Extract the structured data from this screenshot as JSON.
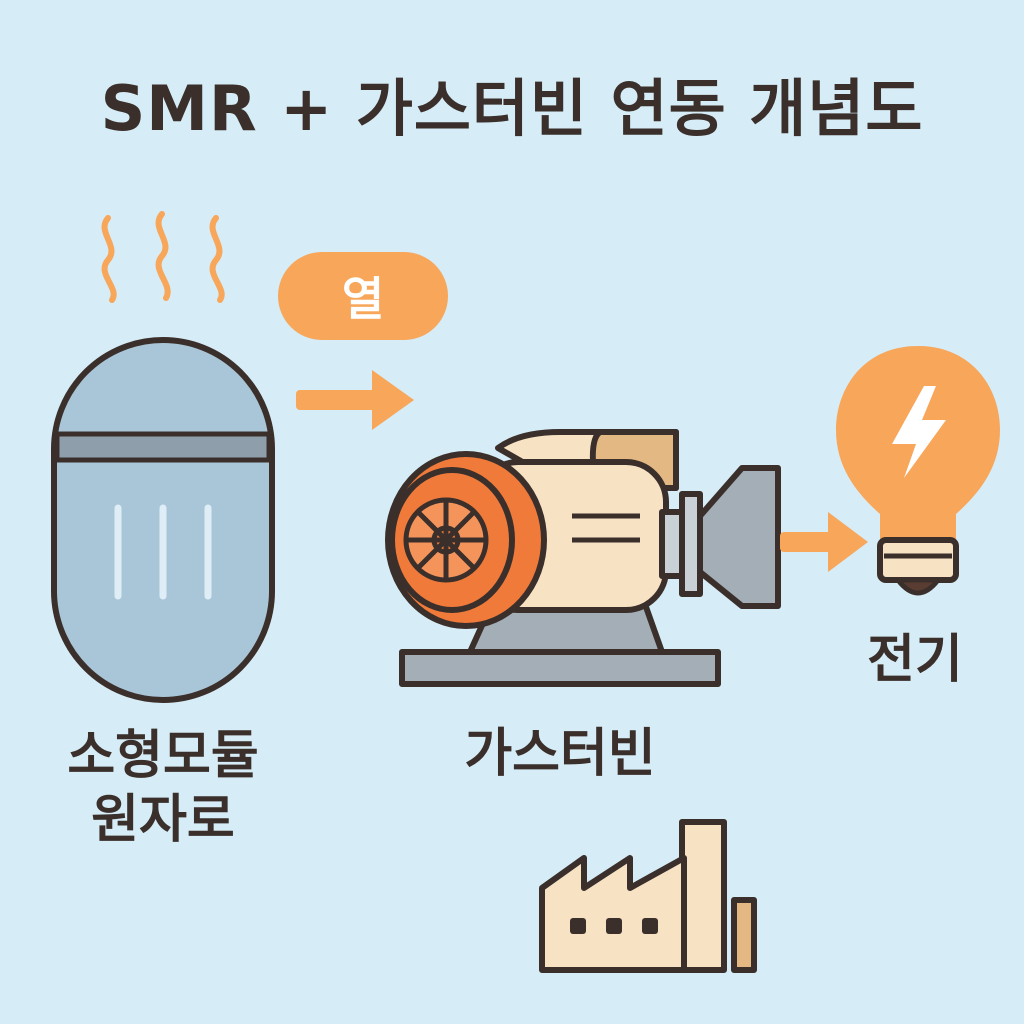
{
  "title": "SMR + 가스터빈 연동 개념도",
  "heat_label": "열",
  "reactor_label_line1": "소형모듈",
  "reactor_label_line2": "원자로",
  "turbine_label": "가스터빈",
  "electricity_label": "전기",
  "colors": {
    "background": "#d6ecf6",
    "outline": "#3a2f2b",
    "accent_orange": "#f7a65a",
    "fan_orange": "#f07a3a",
    "reactor_blue": "#a9c6d8",
    "cream": "#f7e2c4",
    "grey": "#a3aeb6"
  },
  "icons": [
    "heat-waves-icon",
    "reactor-vessel-icon",
    "arrow-right-icon",
    "gas-turbine-icon",
    "light-bulb-icon",
    "lightning-icon",
    "factory-icon"
  ]
}
